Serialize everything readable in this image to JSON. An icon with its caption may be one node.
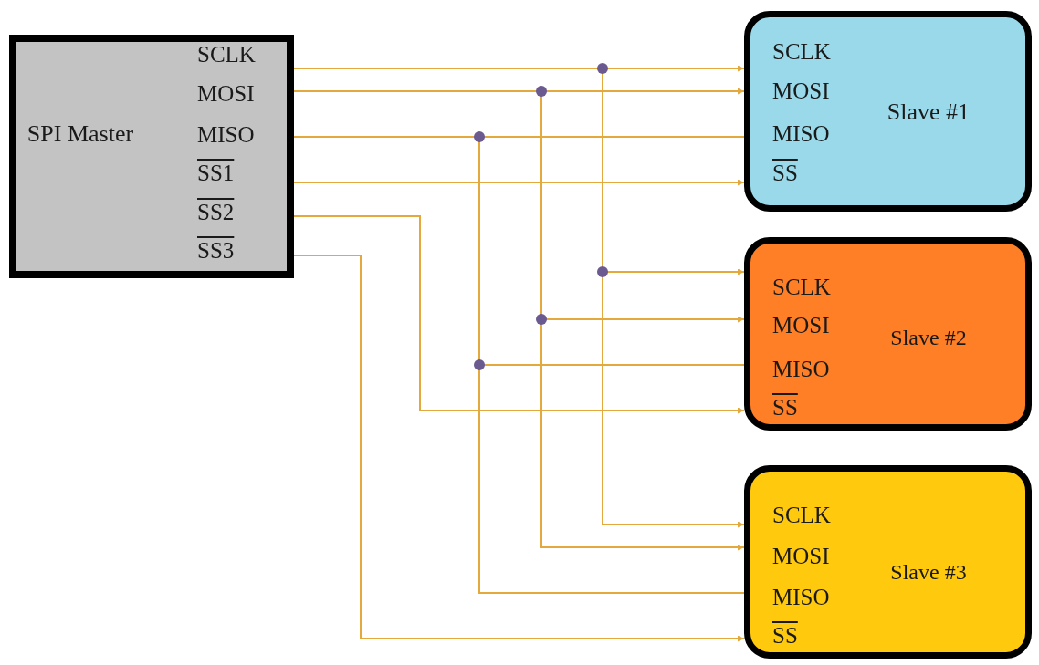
{
  "diagram": {
    "nodes": [
      {
        "text": [
          "SPI Master"
        ]
      },
      {
        "text": [
          "SCLK"
        ],
        "in": 0
      },
      {
        "text": [
          "MOSI"
        ],
        "in": 0
      },
      {
        "text": [
          "MISO"
        ],
        "in": 0
      },
      {
        "text": [
          "SS1"
        ],
        "in": 0
      },
      {
        "text": [
          "SS2"
        ],
        "in": 0
      },
      {
        "text": [
          "SS3"
        ],
        "in": 0
      },
      {
        "text": [
          "Slave #1"
        ]
      },
      {
        "text": [
          "SCLK"
        ],
        "in": 7
      },
      {
        "text": [
          "MOSI"
        ],
        "in": 7
      },
      {
        "text": [
          "MISO"
        ],
        "in": 7
      },
      {
        "text": [
          "SS"
        ],
        "in": 7
      },
      {
        "text": [
          "Slave #2"
        ]
      },
      {
        "text": [
          "SCLK"
        ],
        "in": 12
      },
      {
        "text": [
          "MOSI"
        ],
        "in": 12
      },
      {
        "text": [
          "MISO"
        ],
        "in": 12
      },
      {
        "text": [
          "SS"
        ],
        "in": 12
      },
      {
        "text": [
          "Slave #3"
        ]
      },
      {
        "text": [
          "SCLK"
        ],
        "in": 17
      },
      {
        "text": [
          "MOSI"
        ],
        "in": 17
      },
      {
        "text": [
          "MISO"
        ],
        "in": 17
      },
      {
        "text": [
          "SS"
        ],
        "in": 17
      }
    ],
    "edges": [
      {
        "from": 1,
        "to": 8,
        "arrow": "to"
      },
      {
        "from": 1,
        "to": 13,
        "arrow": "to"
      },
      {
        "from": 1,
        "to": 18,
        "arrow": "to"
      },
      {
        "from": 2,
        "to": 9,
        "arrow": "to"
      },
      {
        "from": 2,
        "to": 14,
        "arrow": "to"
      },
      {
        "from": 2,
        "to": 19,
        "arrow": "to"
      },
      {
        "from": 10,
        "to": 3,
        "arrow": "to"
      },
      {
        "from": 15,
        "to": 3,
        "arrow": "to"
      },
      {
        "from": 20,
        "to": 3,
        "arrow": "to"
      },
      {
        "from": 4,
        "to": 11,
        "arrow": "to"
      },
      {
        "from": 5,
        "to": 16,
        "arrow": "to"
      },
      {
        "from": 6,
        "to": 21,
        "arrow": "to"
      }
    ]
  }
}
